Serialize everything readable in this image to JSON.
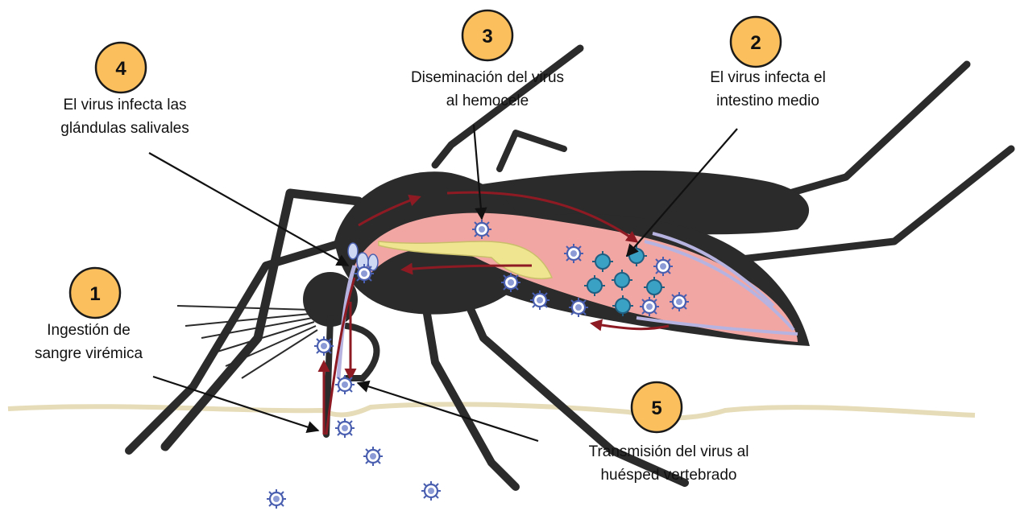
{
  "colors": {
    "body": "#2b2b2b",
    "midgut": "#f2a6a3",
    "salivary_duct": "#efe48f",
    "flow_arrow": "#8e1b24",
    "skin_line": "#e6dcb8",
    "step_badge": "#fbbf5d",
    "virus": "#4a5fb0",
    "trachea": "#b7b3e0"
  },
  "steps": [
    {
      "number": "1",
      "line1": "Ingestión de",
      "line2": "sangre virémica"
    },
    {
      "number": "2",
      "line1": "El virus infecta el",
      "line2": "intestino medio"
    },
    {
      "number": "3",
      "line1": "Diseminación del virus",
      "line2": "al hemocele"
    },
    {
      "number": "4",
      "line1": "El virus infecta las",
      "line2": "glándulas salivales"
    },
    {
      "number": "5",
      "line1": "Transmisión del virus al",
      "line2": "huésped vertebrado"
    }
  ],
  "icons": {
    "virus": "virus-particle-icon",
    "mosquito": "mosquito-illustration"
  }
}
